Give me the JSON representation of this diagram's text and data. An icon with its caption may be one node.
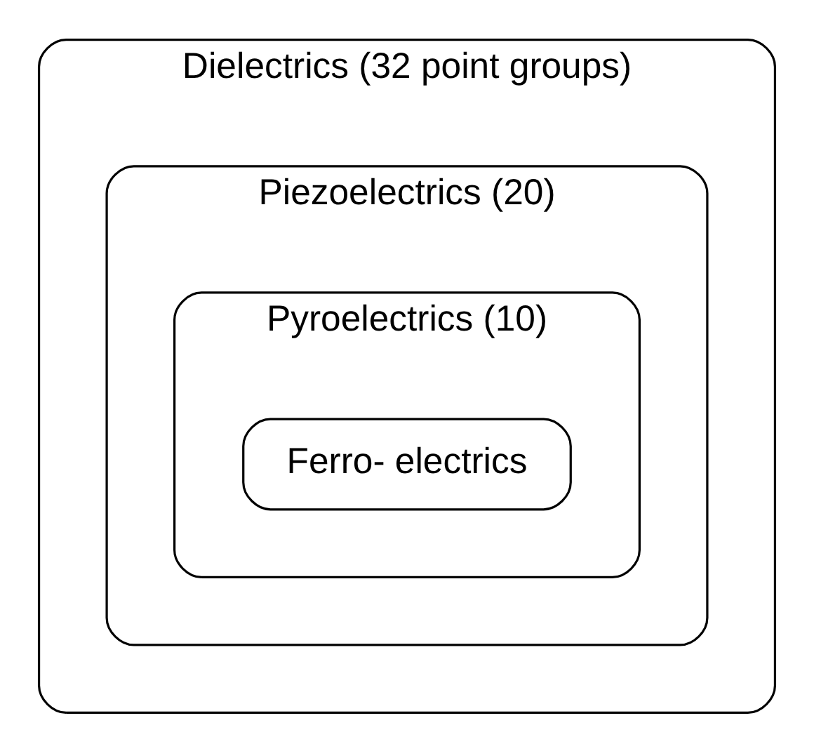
{
  "diagram": {
    "nodes": [
      {
        "text": [
          "Dielectrics (32 point groups)"
        ]
      },
      {
        "text": [
          "Piezoelectrics (20)"
        ],
        "in": 0
      },
      {
        "text": [
          "Pyroelectrics (10)"
        ],
        "in": 1
      },
      {
        "text": [
          "Ferro- electrics"
        ],
        "in": 2
      }
    ]
  }
}
